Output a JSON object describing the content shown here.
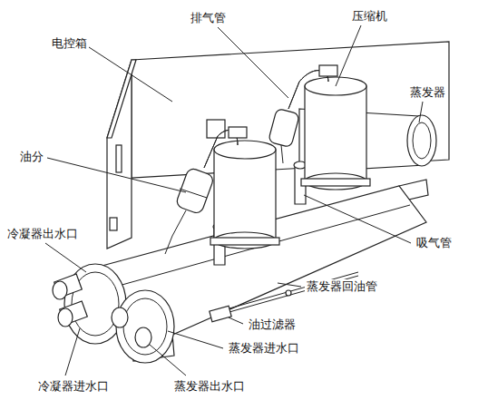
{
  "diagram": {
    "labels": [
      "排气管",
      "压缩机",
      "电控箱",
      "蒸发器",
      "油分",
      "冷凝器出水口",
      "吸气管",
      "蒸发器回油管",
      "油过滤器",
      "蒸发器进水口",
      "冷凝器进水口",
      "蒸发器出水口"
    ]
  }
}
